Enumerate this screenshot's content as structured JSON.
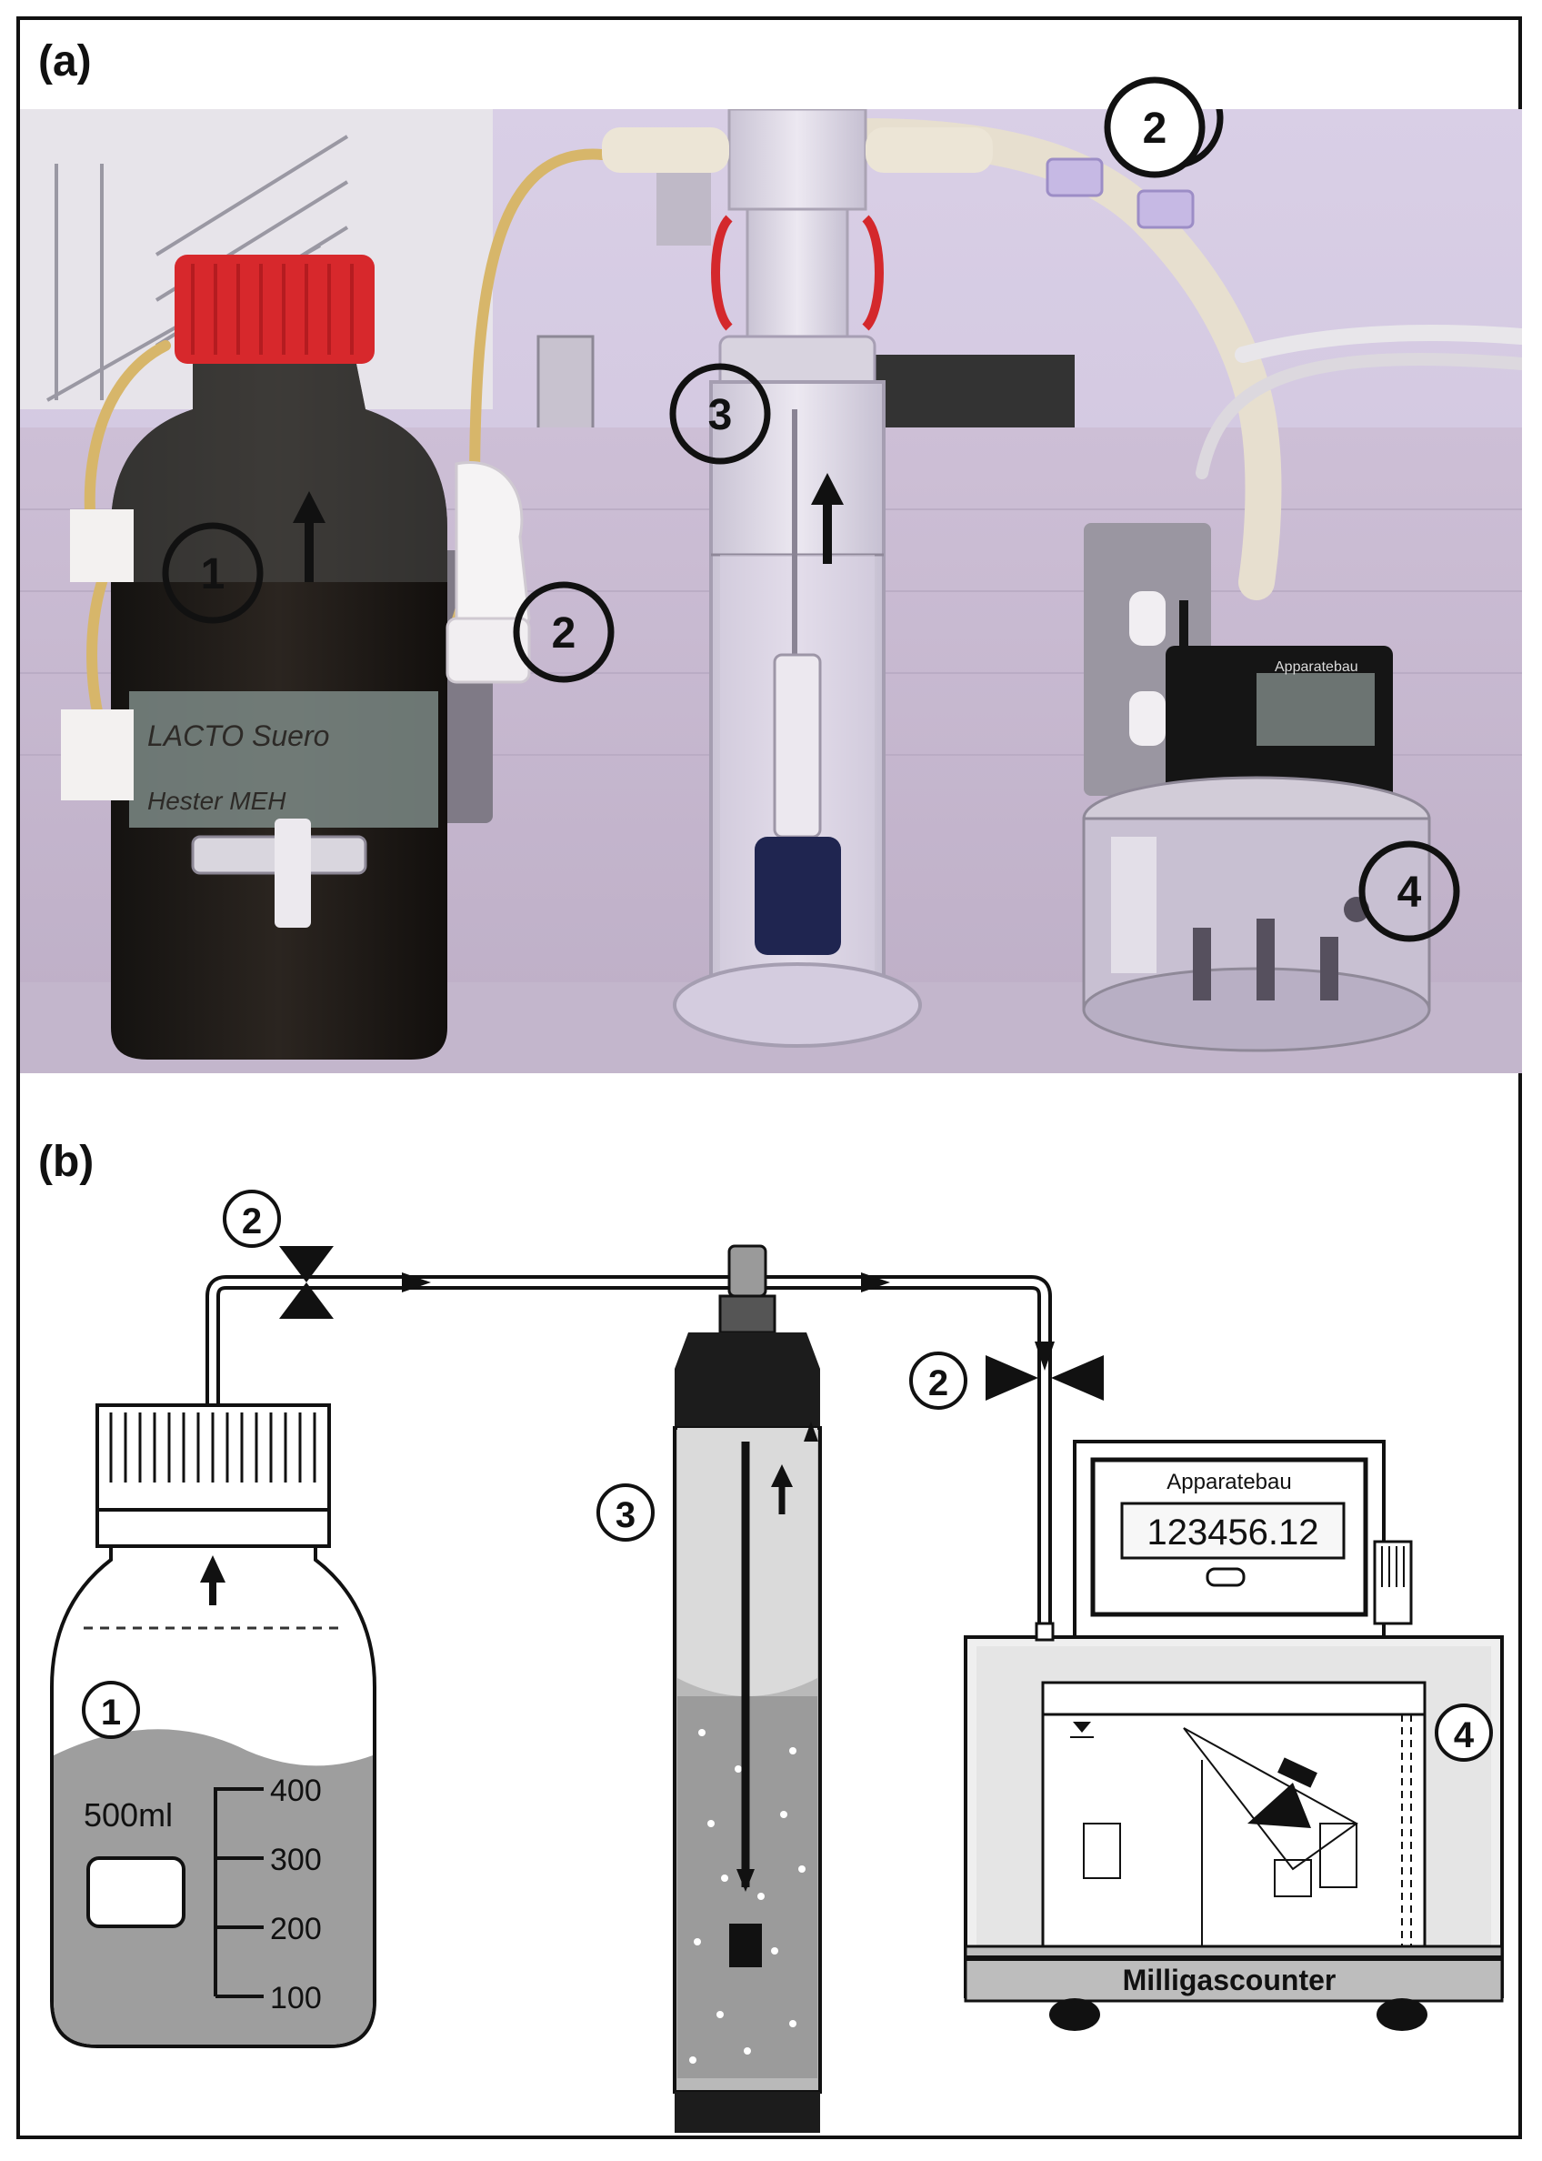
{
  "figure": {
    "panel_a_label": "(a)",
    "panel_b_label": "(b)"
  },
  "photo": {
    "callouts": [
      "1",
      "2",
      "3",
      "2",
      "4"
    ],
    "bottle_label_lines": [
      "LACTO Suero",
      "Hester  MEH"
    ],
    "counter_brand": "Apparatebau"
  },
  "schematic": {
    "callouts": {
      "bottle": "1",
      "valve_top": "2",
      "column": "3",
      "valve_right": "2",
      "counter": "4"
    },
    "bottle_volume": "500ml",
    "graduations": [
      "400",
      "300",
      "200",
      "100"
    ],
    "counter_brand": "Apparatebau",
    "counter_display": "123456.12",
    "counter_name": "Milligascounter"
  },
  "colors": {
    "frame": "#111111",
    "bottle_cap_photo": "#d7282c",
    "digestate_photo": "#1f1a16",
    "schematic_liquid": "#9e9e9e",
    "schematic_dark": "#1c1c1c"
  }
}
